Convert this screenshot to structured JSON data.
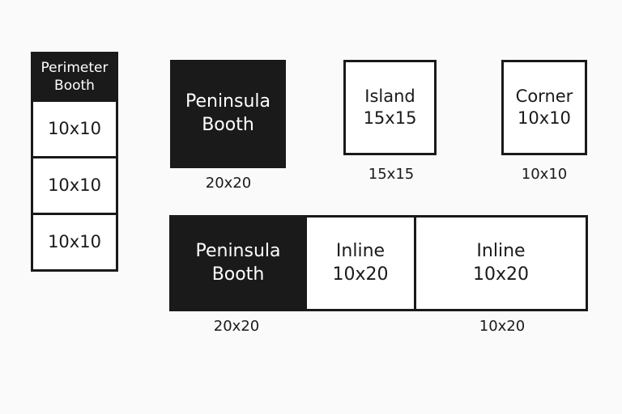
{
  "perimeter": {
    "header": "Perimeter\nBooth",
    "cells": [
      "10x10",
      "10x10",
      "10x10"
    ]
  },
  "top_row": {
    "peninsula": {
      "label": "Peninsula\nBooth",
      "caption": "20x20"
    },
    "island": {
      "label": "Island\n15x15",
      "caption": "15x15"
    },
    "corner": {
      "label": "Corner\n10x10",
      "caption": "10x10"
    }
  },
  "bottom_row": {
    "peninsula": {
      "label": "Peninsula\nBooth"
    },
    "inline_a": {
      "label": "Inline\n10x20"
    },
    "inline_b": {
      "label": "Inline\n10x20"
    },
    "caption_left": "20x20",
    "caption_right": "10x20"
  },
  "colors": {
    "ink": "#1a1a1a",
    "paper": "#ffffff",
    "background": "#fafafa"
  }
}
